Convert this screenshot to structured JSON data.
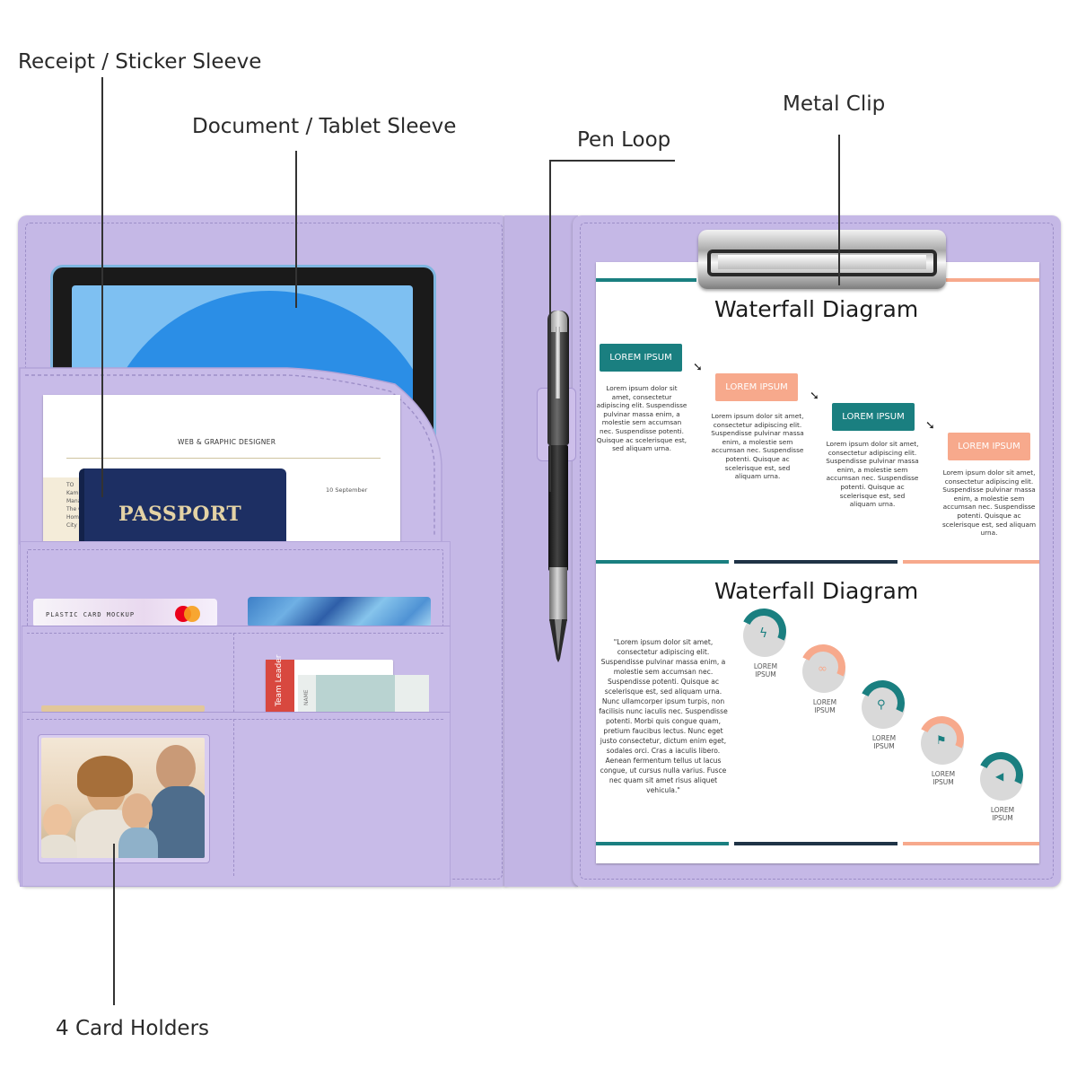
{
  "callouts": {
    "receipt_sleeve": "Receipt / Sticker Sleeve",
    "document_sleeve": "Document / Tablet Sleeve",
    "pen_loop": "Pen Loop",
    "metal_clip": "Metal Clip",
    "card_holders": "4 Card Holders"
  },
  "left_panel": {
    "resume_heading": "WEB & GRAPHIC DESIGNER",
    "resume_date": "10 September",
    "resume_side_lines": [
      "TO",
      "Kami",
      "Mana",
      "The C",
      "Home",
      "City"
    ],
    "passport_label": "PASSPORT",
    "card1_text": "PLASTIC CARD MOCKUP",
    "badge_text": "Team Leader",
    "badge_name": "NAME"
  },
  "sheet": {
    "top": {
      "title": "Waterfall Diagram",
      "steps": [
        {
          "label": "LOREM IPSUM",
          "text": "Lorem ipsum dolor sit amet, consectetur adipiscing elit. Suspendisse pulvinar massa enim, a molestie sem accumsan nec. Suspendisse potenti. Quisque ac scelerisque est, sed aliquam urna."
        },
        {
          "label": "LOREM IPSUM",
          "text": "Lorem ipsum dolor sit amet, consectetur adipiscing elit. Suspendisse pulvinar massa enim, a molestie sem accumsan nec. Suspendisse potenti. Quisque ac scelerisque est, sed aliquam urna."
        },
        {
          "label": "LOREM IPSUM",
          "text": "Lorem ipsum dolor sit amet, consectetur adipiscing elit. Suspendisse pulvinar massa enim, a molestie sem accumsan nec. Suspendisse potenti. Quisque ac scelerisque est, sed aliquam urna."
        },
        {
          "label": "LOREM IPSUM",
          "text": "Lorem ipsum dolor sit amet, consectetur adipiscing elit. Suspendisse pulvinar massa enim, a molestie sem accumsan nec. Suspendisse potenti. Quisque ac scelerisque est, sed aliquam urna."
        }
      ]
    },
    "bottom": {
      "title": "Waterfall Diagram",
      "quote": "\"Lorem ipsum dolor sit amet, consectetur adipiscing elit. Suspendisse pulvinar massa enim, a molestie sem accumsan nec. Suspendisse potenti. Quisque ac scelerisque est, sed aliquam urna. Nunc ullamcorper ipsum turpis, non facilisis nunc iaculis nec. Suspendisse potenti. Morbi quis congue quam, pretium faucibus lectus. Nunc eget justo consectetur, dictum enim eget, sodales orci. Cras a iaculis libero. Aenean fermentum tellus ut lacus congue, ut cursus nulla varius. Fusce nec quam sit amet risus aliquet vehicula.\"",
      "icon_labels": [
        "LOREM\nIPSUM",
        "LOREM\nIPSUM",
        "LOREM\nIPSUM",
        "LOREM\nIPSUM",
        "LOREM\nIPSUM"
      ]
    }
  },
  "colors": {
    "folder": "#c5b8e6",
    "teal": "#1a7f80",
    "salmon": "#f7a98c",
    "navy": "#1f3346"
  }
}
